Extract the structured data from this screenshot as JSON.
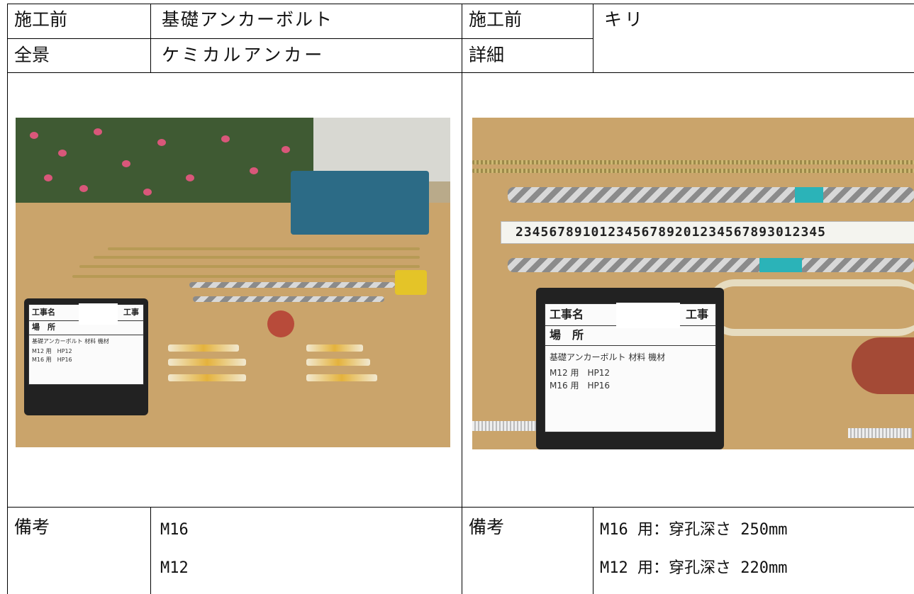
{
  "header": {
    "left_label_top": "施工前",
    "left_label_bottom": "全景",
    "left_title_top": "基礎アンカーボルト",
    "left_title_bottom": "ケミカルアンカー",
    "right_label_top": "施工前",
    "right_label_bottom": "詳細",
    "right_title": "キリ"
  },
  "photos": {
    "left": {
      "sign_row1": "工事名",
      "sign_row1_tail": "工事",
      "sign_row2": "場　所",
      "sign_hand_1": "基礎アンカーボルト 材料 機材",
      "sign_hand_2": "M12 用　HP12",
      "sign_hand_3": "M16 用　HP16"
    },
    "right": {
      "tape_text": "2345678910123456789201234567893012345",
      "sign_row1": "工事名",
      "sign_row1_tail": "工事",
      "sign_row2": "場　所",
      "sign_hand_1": "基礎アンカーボルト 材料 機材",
      "sign_hand_2": "M12 用　HP12",
      "sign_hand_3": "M16 用　HP16"
    }
  },
  "remarks": {
    "left_label": "備考",
    "left_line1": "M16",
    "left_line2": "M12",
    "right_label": "備考",
    "right_line1": "M16 用：穿孔深さ 250mm",
    "right_line2": "M12 用：穿孔深さ 220mm"
  }
}
